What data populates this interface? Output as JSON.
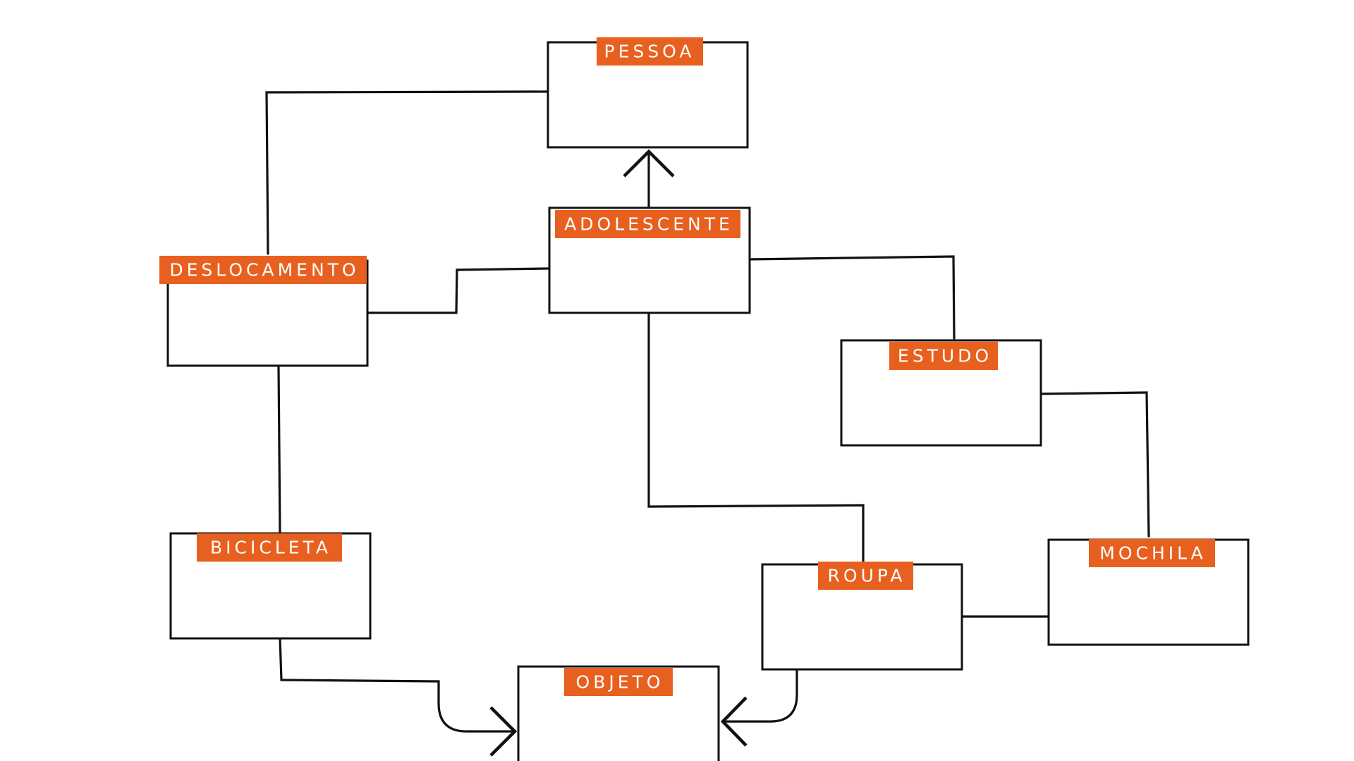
{
  "colors": {
    "label_background": "#E8601F",
    "label_text": "#FFFFFF",
    "stroke": "#111111",
    "box_fill": "#FFFFFF"
  },
  "nodes": {
    "pessoa": "PESSOA",
    "adolescente": "ADOLESCENTE",
    "deslocamento": "DESLOCAMENTO",
    "estudo": "ESTUDO",
    "bicicleta": "BICICLETA",
    "roupa": "ROUPA",
    "mochila": "MOCHILA",
    "objeto": "OBJETO"
  },
  "edges": [
    {
      "from": "pessoa",
      "to": "deslocamento",
      "arrow": false
    },
    {
      "from": "adolescente",
      "to": "pessoa",
      "arrow": true
    },
    {
      "from": "adolescente",
      "to": "deslocamento",
      "arrow": false
    },
    {
      "from": "adolescente",
      "to": "estudo",
      "arrow": false
    },
    {
      "from": "adolescente",
      "to": "roupa",
      "arrow": false
    },
    {
      "from": "deslocamento",
      "to": "bicicleta",
      "arrow": false
    },
    {
      "from": "estudo",
      "to": "mochila",
      "arrow": false
    },
    {
      "from": "roupa",
      "to": "mochila",
      "arrow": false
    },
    {
      "from": "bicicleta",
      "to": "objeto",
      "arrow": true
    },
    {
      "from": "roupa",
      "to": "objeto",
      "arrow": true
    }
  ]
}
